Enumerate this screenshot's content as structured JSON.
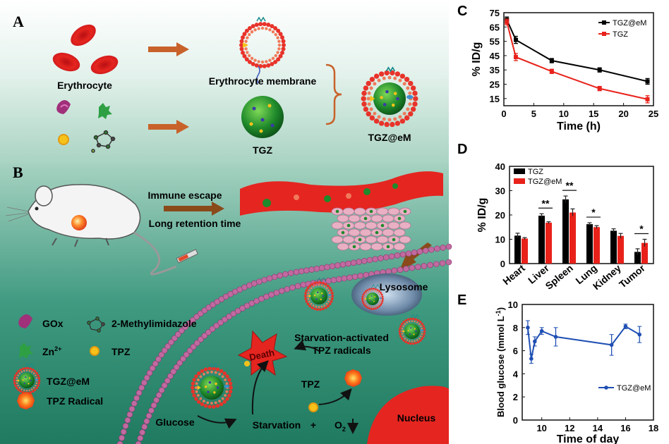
{
  "panel_a": {
    "letter": "A",
    "erythrocyte": "Erythrocyte",
    "membrane": "Erythrocyte membrane",
    "tgz": "TGZ",
    "product": "TGZ@eM"
  },
  "panel_b": {
    "letter": "B",
    "immune_escape": "Immune escape",
    "long_retention": "Long retention time",
    "lysosome": "Lysosome",
    "legend": {
      "gox": "GOx",
      "methylimidazole": "2-Methylimidazole",
      "zn_base": "Zn",
      "zn_sup": "2+",
      "tpz": "TPZ",
      "tgzem": "TGZ@eM",
      "tpz_radical": "TPZ Radical"
    },
    "starv_activated_1": "Starvation-activated",
    "starv_activated_2": "TPZ radicals",
    "death": "Death",
    "tpz_center": "TPZ",
    "glucose": "Glucose",
    "starvation": "Starvation",
    "plus": "+",
    "o2_base": "O",
    "o2_sub": "2",
    "nucleus": "Nucleus"
  },
  "colors": {
    "tgzem": "#000000",
    "tgz": "#e8221b",
    "erythrocyte": "#e21a1a",
    "membrane_dot": "#e8332a",
    "core": "#1f8a2b",
    "blood_glucose": "#1f4fb3",
    "cell_membrane": "#c06aa0",
    "arrow": "#c8622a"
  },
  "panel_c": {
    "letter": "C",
    "chart_data": {
      "type": "line",
      "xlabel": "Time (h)",
      "ylabel": "% ID/g",
      "xlim": [
        0,
        25
      ],
      "ylim": [
        10,
        75
      ],
      "xticks": [
        "0",
        "5",
        "10",
        "15",
        "20",
        "25"
      ],
      "yticks": [
        "15",
        "25",
        "35",
        "45",
        "55",
        "65",
        "75"
      ],
      "legend_position": "top-right",
      "series": [
        {
          "name": "TGZ@eM",
          "x": [
            0.5,
            2,
            8,
            16,
            24
          ],
          "y": [
            70,
            56,
            41.5,
            35,
            27
          ],
          "err": [
            2,
            2.5,
            1.5,
            1.5,
            2
          ]
        },
        {
          "name": "TGZ",
          "x": [
            0.5,
            2,
            8,
            16,
            24
          ],
          "y": [
            68.5,
            44,
            34,
            22,
            14.5
          ],
          "err": [
            2,
            2.5,
            1.5,
            1.5,
            2.5
          ]
        }
      ]
    }
  },
  "panel_d": {
    "letter": "D",
    "chart_data": {
      "type": "bar",
      "ylabel": "% ID/g",
      "ylim": [
        0,
        40
      ],
      "yticks": [
        "0",
        "10",
        "20",
        "30",
        "40"
      ],
      "categories": [
        "Heart",
        "Liver",
        "Spleen",
        "Lung",
        "Kidney",
        "Tumor"
      ],
      "legend_position": "top-left",
      "series": [
        {
          "name": "TGZ",
          "values": [
            11.5,
            19.7,
            26.4,
            16.2,
            13.5,
            4.8
          ],
          "err": [
            1,
            0.8,
            1.4,
            0.6,
            0.8,
            1.3
          ]
        },
        {
          "name": "TGZ@eM",
          "values": [
            10.3,
            16.8,
            21.0,
            15.0,
            11.4,
            8.5
          ],
          "err": [
            0.4,
            0.4,
            1.5,
            0.6,
            1.0,
            1.5
          ]
        }
      ],
      "significance": [
        {
          "category": "Liver",
          "label": "**"
        },
        {
          "category": "Spleen",
          "label": "**"
        },
        {
          "category": "Lung",
          "label": "*"
        },
        {
          "category": "Tumor",
          "label": "*"
        }
      ]
    }
  },
  "panel_e": {
    "letter": "E",
    "chart_data": {
      "type": "line",
      "xlabel": "Time of day",
      "ylabel_base": "Blood glucose (mmol L",
      "ylabel_sup": "-1",
      "ylabel_end": ")",
      "xlim": [
        8.6,
        18
      ],
      "ylim": [
        0,
        10
      ],
      "xticks": [
        "10",
        "12",
        "14",
        "16",
        "18"
      ],
      "yticks": [
        "0",
        "2",
        "4",
        "6",
        "8",
        "10"
      ],
      "legend_position": "bottom-right",
      "series": [
        {
          "name": "TGZ@eM",
          "x": [
            9,
            9.25,
            9.5,
            10,
            11,
            15,
            16,
            17
          ],
          "y": [
            8.0,
            5.3,
            6.8,
            7.7,
            7.2,
            6.5,
            8.1,
            7.4
          ],
          "err": [
            0.6,
            0.4,
            0.4,
            0.3,
            0.8,
            0.9,
            0.2,
            0.7
          ]
        }
      ]
    }
  }
}
